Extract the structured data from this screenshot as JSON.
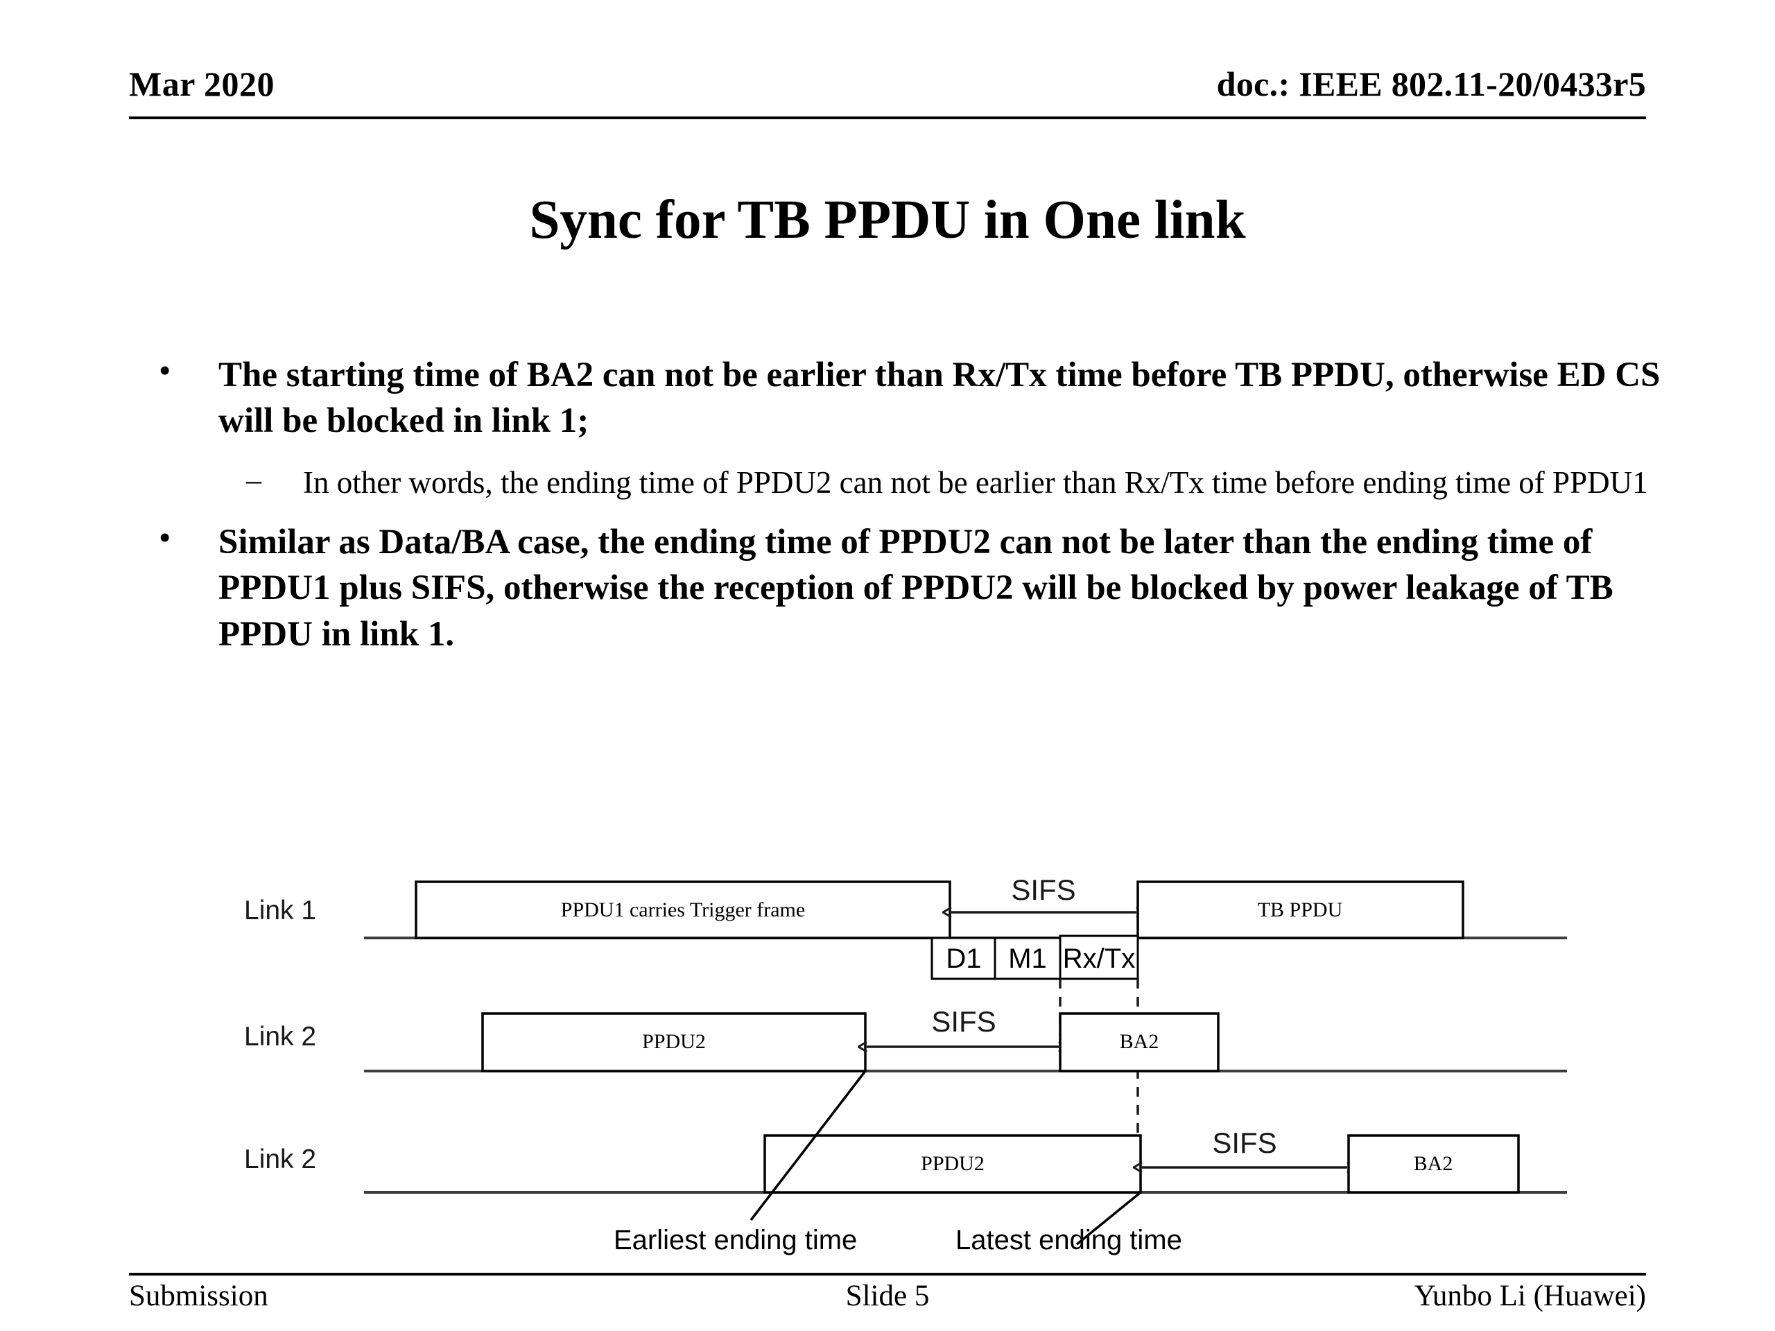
{
  "header": {
    "date": "Mar 2020",
    "doc": "doc.: IEEE 802.11-20/0433r5"
  },
  "title": "Sync for TB PPDU in One link",
  "bullets": [
    {
      "level": 1,
      "marker": "•",
      "text": "The starting time of BA2 can not be earlier than Rx/Tx time before TB PPDU, otherwise ED CS will be blocked in link 1;"
    },
    {
      "level": 2,
      "marker": "–",
      "text": "In other words, the ending time of PPDU2 can not be earlier than Rx/Tx time before ending time of PPDU1"
    },
    {
      "level": 1,
      "marker": "•",
      "text": "Similar as Data/BA case, the ending time of PPDU2 can not be later than the ending time of PPDU1 plus SIFS, otherwise the reception of PPDU2 will be blocked by power leakage of TB PPDU in link 1."
    }
  ],
  "diagram": {
    "rows": [
      {
        "label": "Link 1"
      },
      {
        "label": "Link 2"
      },
      {
        "label": "Link 2"
      }
    ],
    "boxes": {
      "ppdu1": "PPDU1 carries Trigger frame",
      "tb_ppdu": "TB PPDU",
      "d1": "D1",
      "m1": "M1",
      "rxtx": "Rx/Tx",
      "ppdu2_row2": "PPDU2",
      "ba2_row2": "BA2",
      "ppdu2_row3": "PPDU2",
      "ba2_row3": "BA2"
    },
    "sifs_row1": "SIFS",
    "sifs_row2": "SIFS",
    "sifs_row3": "SIFS",
    "notes": {
      "earliest": "Earliest ending time",
      "latest": "Latest ending time"
    }
  },
  "footer": {
    "left": "Submission",
    "center": "Slide 5",
    "right": "Yunbo Li (Huawei)"
  }
}
